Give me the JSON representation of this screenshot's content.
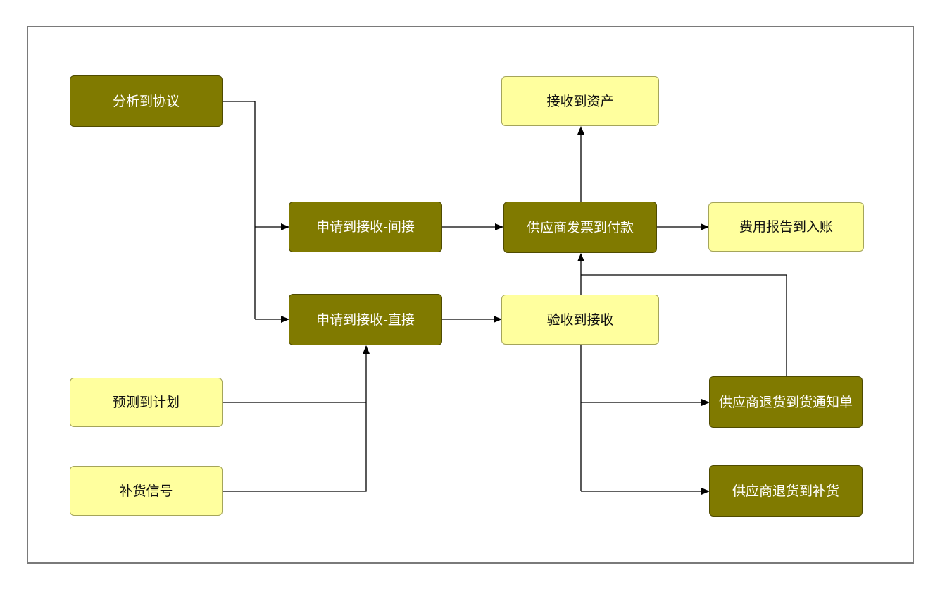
{
  "colors": {
    "dark_fill": "#807a00",
    "light_fill": "#ffff9e",
    "edge": "#000000",
    "frame": "#7a7a7a"
  },
  "nodes": {
    "analysis_to_agreement": "分析到协议",
    "receive_to_asset": "接收到资产",
    "request_to_receipt_indirect": "申请到接收-间接",
    "supplier_invoice_to_payment": "供应商发票到付款",
    "expense_report_to_posting": "费用报告到入账",
    "request_to_receipt_direct": "申请到接收-直接",
    "inspection_to_receipt": "验收到接收",
    "forecast_to_plan": "预测到计划",
    "supplier_return_to_debit_memo": "供应商退货到货通知单",
    "replenishment_signal": "补货信号",
    "supplier_return_to_replenishment": "供应商退货到补货"
  }
}
